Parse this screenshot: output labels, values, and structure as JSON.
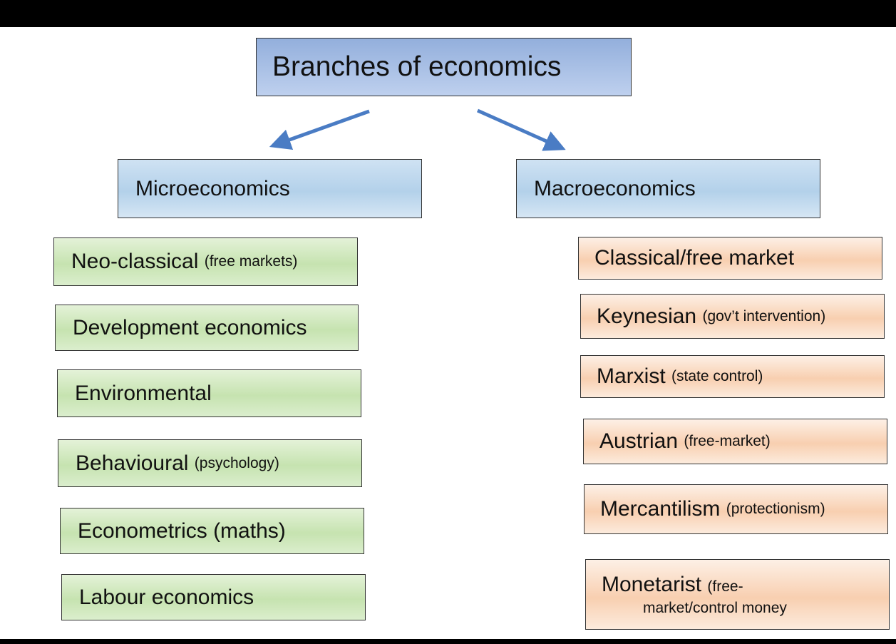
{
  "title": "Branches of economics",
  "micro": {
    "heading": "Microeconomics",
    "items": [
      {
        "main": "Neo-classical",
        "note": "(free markets)"
      },
      {
        "main": "Development economics",
        "note": ""
      },
      {
        "main": "Environmental",
        "note": ""
      },
      {
        "main": "Behavioural",
        "note": "(psychology)"
      },
      {
        "main": "Econometrics (maths)",
        "note": ""
      },
      {
        "main": "Labour economics",
        "note": ""
      }
    ]
  },
  "macro": {
    "heading": "Macroeconomics",
    "items": [
      {
        "main": "Classical/free market",
        "note": ""
      },
      {
        "main": "Keynesian",
        "note": "(gov’t intervention)"
      },
      {
        "main": "Marxist",
        "note": "(state control)"
      },
      {
        "main": "Austrian",
        "note": "(free-market)"
      },
      {
        "main": "Mercantilism",
        "note": "(protectionism)"
      },
      {
        "main": "Monetarist",
        "note": "(free-",
        "note2": "market/control money"
      }
    ]
  },
  "colors": {
    "arrow": "#4a7cc4"
  }
}
